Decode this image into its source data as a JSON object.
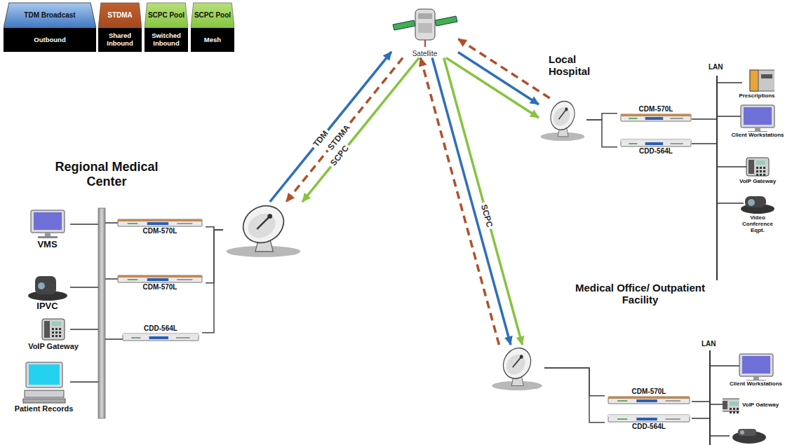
{
  "diagram": {
    "nodes": [
      {
        "text": [
          "TDM Broadcast",
          "Outbound"
        ]
      },
      {
        "text": [
          "STDMA",
          "Shared Inbound"
        ]
      },
      {
        "text": [
          "SCPC Pool",
          "Switched Inbound"
        ]
      },
      {
        "text": [
          "SCPC Pool",
          "Mesh"
        ]
      },
      {
        "text": [
          "Satellite"
        ]
      },
      {
        "text": [
          "Regional Medical Center"
        ]
      },
      {
        "text": [
          "VMS"
        ]
      },
      {
        "text": [
          "IPVC"
        ]
      },
      {
        "text": [
          "VoIP Gateway"
        ]
      },
      {
        "text": [
          "Patient Records"
        ]
      },
      {
        "text": [
          "CDM-570L"
        ]
      },
      {
        "text": [
          "CDM-570L"
        ]
      },
      {
        "text": [
          "CDD-564L"
        ]
      },
      {
        "text": [
          "Local Hospital"
        ]
      },
      {
        "text": [
          "CDM-570L"
        ]
      },
      {
        "text": [
          "CDD-564L"
        ]
      },
      {
        "text": [
          "Prescriptions"
        ]
      },
      {
        "text": [
          "Client Workstations"
        ]
      },
      {
        "text": [
          "VoIP Gateway"
        ]
      },
      {
        "text": [
          "Video Conference Eqpt."
        ]
      },
      {
        "text": [
          "Medical Office/ Outpatient Facility"
        ]
      },
      {
        "text": [
          "CDM-570L"
        ]
      },
      {
        "text": [
          "CDD-564L"
        ]
      },
      {
        "text": [
          "Client Workstations"
        ]
      },
      {
        "text": [
          "VoIP Gateway"
        ]
      }
    ],
    "edges": [
      {
        "from": 5,
        "to": 4,
        "label": "TDM",
        "arrow": "to"
      },
      {
        "from": 4,
        "to": 5,
        "label": "STDMA",
        "arrow": "to"
      },
      {
        "from": 4,
        "to": 5,
        "label": "SCPC",
        "arrow": "to"
      },
      {
        "from": 4,
        "to": 13,
        "arrow": "to"
      },
      {
        "from": 4,
        "to": 13,
        "arrow": "to"
      },
      {
        "from": 13,
        "to": 4,
        "arrow": "to"
      },
      {
        "from": 4,
        "to": 20,
        "arrow": "to"
      },
      {
        "from": 4,
        "to": 20,
        "label": "SCPC",
        "arrow": "to"
      },
      {
        "from": 20,
        "to": 4,
        "arrow": "to"
      },
      {
        "from": 10,
        "to": 5,
        "arrow": "none"
      },
      {
        "from": 11,
        "to": 5,
        "arrow": "none"
      },
      {
        "from": 12,
        "to": 5,
        "arrow": "none"
      },
      {
        "from": 14,
        "to": 13,
        "arrow": "none"
      },
      {
        "from": 15,
        "to": 13,
        "arrow": "none"
      },
      {
        "from": 21,
        "to": 20,
        "arrow": "none"
      },
      {
        "from": 22,
        "to": 20,
        "arrow": "none"
      }
    ],
    "labels": [
      "LAN",
      "LAN"
    ]
  }
}
